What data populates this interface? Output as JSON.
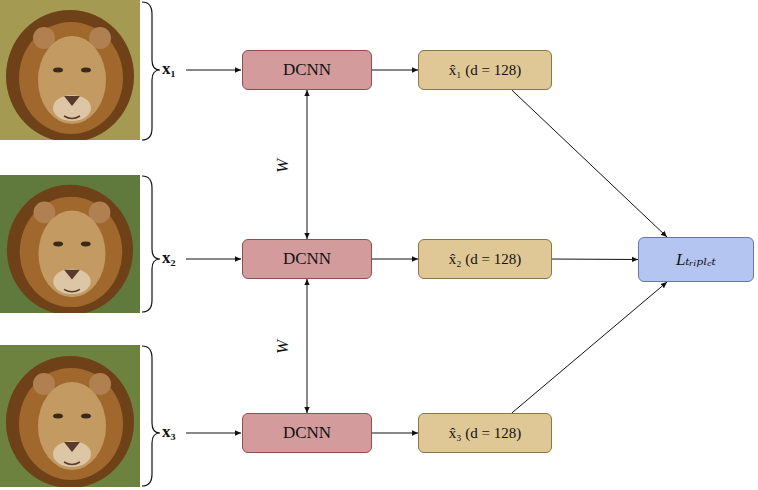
{
  "diagram": {
    "nodes": [
      {
        "text": [
          "DCNN"
        ]
      },
      {
        "text": [
          "DCNN"
        ]
      },
      {
        "text": [
          "DCNN"
        ]
      },
      {
        "text": [
          "x̂₁ (d = 128)"
        ]
      },
      {
        "text": [
          "x̂₂ (d = 128)"
        ]
      },
      {
        "text": [
          "x̂₃ (d = 128)"
        ]
      },
      {
        "text": [
          "Lₜᵣᵢₚₗₑₜ"
        ]
      }
    ],
    "edges": [
      {
        "from": 0,
        "to": 1,
        "label": "W",
        "arrow": "both"
      },
      {
        "from": 1,
        "to": 2,
        "label": "W",
        "arrow": "both"
      },
      {
        "from": 0,
        "to": 3,
        "arrow": "to"
      },
      {
        "from": 1,
        "to": 4,
        "arrow": "to"
      },
      {
        "from": 2,
        "to": 5,
        "arrow": "to"
      },
      {
        "from": 3,
        "to": 6,
        "arrow": "to"
      },
      {
        "from": 4,
        "to": 6,
        "arrow": "to"
      },
      {
        "from": 5,
        "to": 6,
        "arrow": "to"
      }
    ],
    "labels": [
      "x₁",
      "x₂",
      "x₃"
    ]
  }
}
